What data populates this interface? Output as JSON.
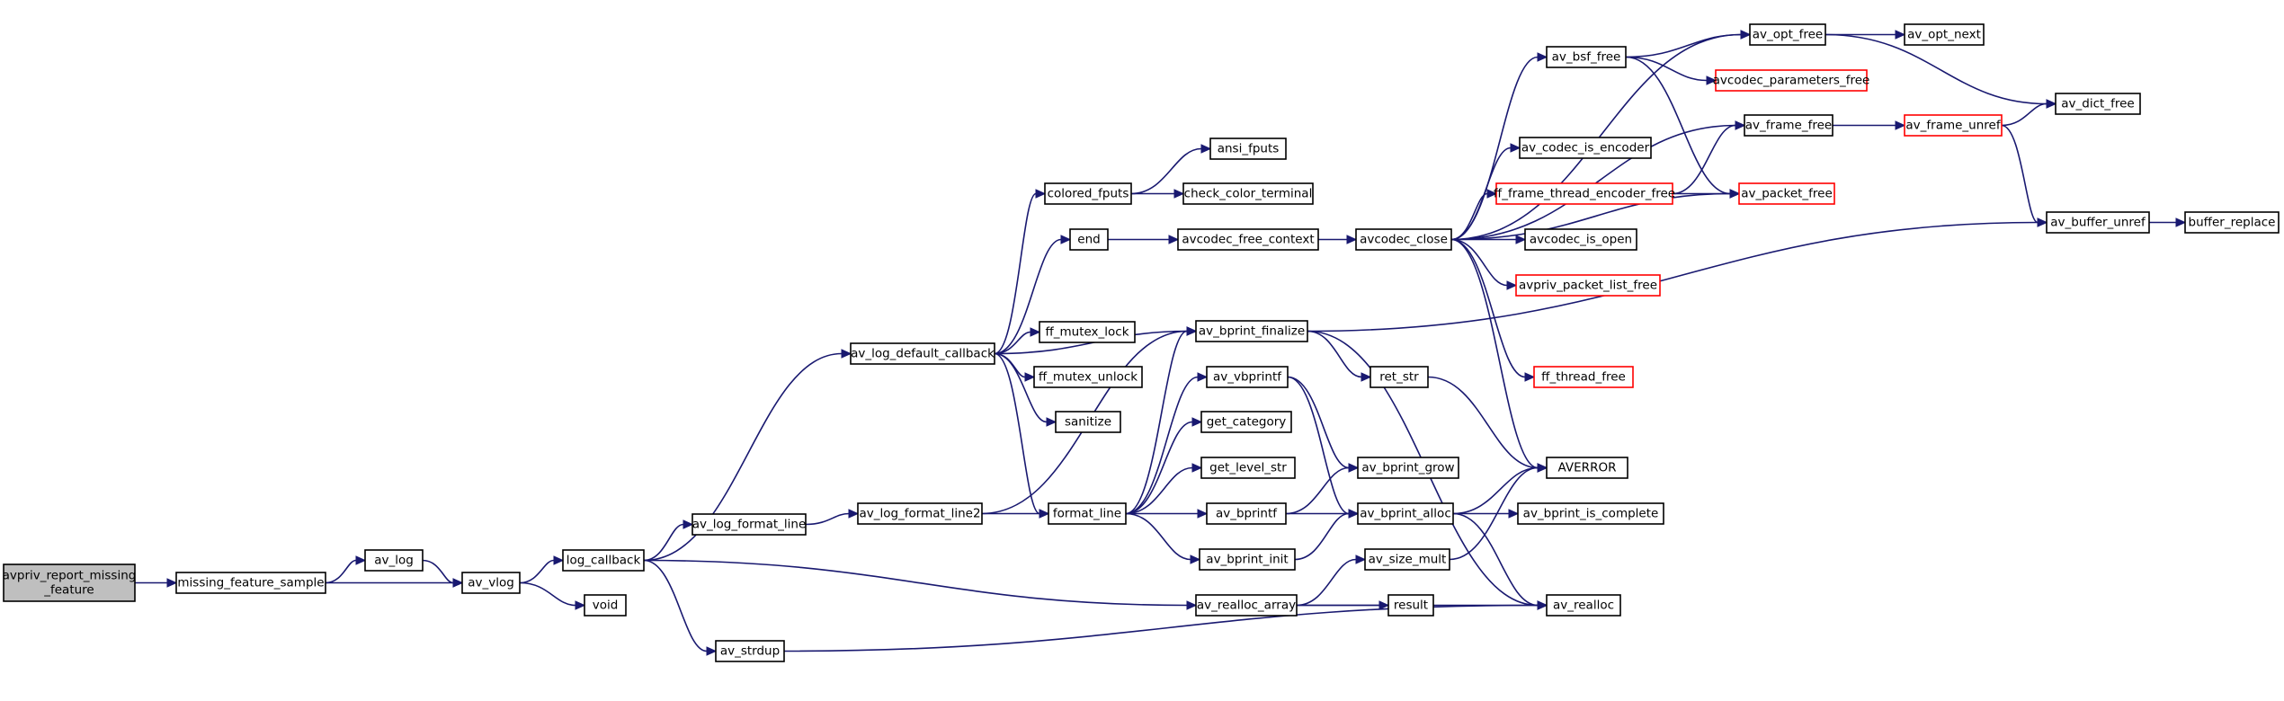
{
  "colors": {
    "edge": "#191970",
    "node_border": "#000000",
    "node_fill": "#ffffff",
    "root_fill": "#bfbfbf",
    "undocumented_border": "#ff0000"
  },
  "nodes": [
    {
      "id": "avpriv_report_missing_feature",
      "lines": [
        "avpriv_report_missing",
        "_feature"
      ],
      "root": true
    },
    {
      "id": "missing_feature_sample",
      "label": "missing_feature_sample"
    },
    {
      "id": "av_log",
      "label": "av_log"
    },
    {
      "id": "av_vlog",
      "label": "av_vlog"
    },
    {
      "id": "log_callback",
      "label": "log_callback"
    },
    {
      "id": "void",
      "label": "void"
    },
    {
      "id": "av_log_format_line",
      "label": "av_log_format_line"
    },
    {
      "id": "av_log_default_callback",
      "label": "av_log_default_callback"
    },
    {
      "id": "av_strdup",
      "label": "av_strdup"
    },
    {
      "id": "av_log_format_line2",
      "label": "av_log_format_line2"
    },
    {
      "id": "format_line",
      "label": "format_line"
    },
    {
      "id": "colored_fputs",
      "label": "colored_fputs"
    },
    {
      "id": "end",
      "label": "end"
    },
    {
      "id": "ff_mutex_lock",
      "label": "ff_mutex_lock"
    },
    {
      "id": "ff_mutex_unlock",
      "label": "ff_mutex_unlock"
    },
    {
      "id": "sanitize",
      "label": "sanitize"
    },
    {
      "id": "ansi_fputs",
      "label": "ansi_fputs"
    },
    {
      "id": "check_color_terminal",
      "label": "check_color_terminal"
    },
    {
      "id": "avcodec_free_context",
      "label": "avcodec_free_context"
    },
    {
      "id": "av_bprint_finalize",
      "label": "av_bprint_finalize"
    },
    {
      "id": "av_vbprintf",
      "label": "av_vbprintf"
    },
    {
      "id": "get_category",
      "label": "get_category"
    },
    {
      "id": "get_level_str",
      "label": "get_level_str"
    },
    {
      "id": "av_bprintf",
      "label": "av_bprintf"
    },
    {
      "id": "av_bprint_init",
      "label": "av_bprint_init"
    },
    {
      "id": "av_realloc_array",
      "label": "av_realloc_array"
    },
    {
      "id": "avcodec_close",
      "label": "avcodec_close"
    },
    {
      "id": "ret_str",
      "label": "ret_str"
    },
    {
      "id": "av_bprint_grow",
      "label": "av_bprint_grow"
    },
    {
      "id": "av_bprint_alloc",
      "label": "av_bprint_alloc"
    },
    {
      "id": "av_size_mult",
      "label": "av_size_mult"
    },
    {
      "id": "result",
      "label": "result"
    },
    {
      "id": "av_bsf_free",
      "label": "av_bsf_free"
    },
    {
      "id": "av_codec_is_encoder",
      "label": "av_codec_is_encoder"
    },
    {
      "id": "ff_frame_thread_encoder_free",
      "label": "ff_frame_thread_encoder_free",
      "undocumented": true
    },
    {
      "id": "avcodec_is_open",
      "label": "avcodec_is_open"
    },
    {
      "id": "avpriv_packet_list_free",
      "label": "avpriv_packet_list_free",
      "undocumented": true
    },
    {
      "id": "ff_thread_free",
      "label": "ff_thread_free",
      "undocumented": true
    },
    {
      "id": "AVERROR",
      "label": "AVERROR"
    },
    {
      "id": "av_bprint_is_complete",
      "label": "av_bprint_is_complete"
    },
    {
      "id": "av_realloc",
      "label": "av_realloc"
    },
    {
      "id": "av_opt_free",
      "label": "av_opt_free"
    },
    {
      "id": "avcodec_parameters_free",
      "label": "avcodec_parameters_free",
      "undocumented": true
    },
    {
      "id": "av_frame_free",
      "label": "av_frame_free"
    },
    {
      "id": "av_packet_free",
      "label": "av_packet_free",
      "undocumented": true
    },
    {
      "id": "av_opt_next",
      "label": "av_opt_next"
    },
    {
      "id": "av_frame_unref",
      "label": "av_frame_unref",
      "undocumented": true
    },
    {
      "id": "av_dict_free",
      "label": "av_dict_free"
    },
    {
      "id": "av_buffer_unref",
      "label": "av_buffer_unref"
    },
    {
      "id": "buffer_replace",
      "label": "buffer_replace"
    }
  ],
  "edges": [
    [
      "avpriv_report_missing_feature",
      "missing_feature_sample"
    ],
    [
      "missing_feature_sample",
      "av_log"
    ],
    [
      "missing_feature_sample",
      "av_vlog"
    ],
    [
      "av_log",
      "av_vlog"
    ],
    [
      "av_vlog",
      "log_callback"
    ],
    [
      "av_vlog",
      "void"
    ],
    [
      "log_callback",
      "av_log_format_line"
    ],
    [
      "log_callback",
      "av_log_default_callback"
    ],
    [
      "log_callback",
      "av_strdup"
    ],
    [
      "log_callback",
      "av_realloc_array"
    ],
    [
      "av_log_format_line",
      "av_log_format_line2"
    ],
    [
      "av_log_format_line2",
      "format_line"
    ],
    [
      "av_log_format_line2",
      "av_bprint_finalize"
    ],
    [
      "av_log_default_callback",
      "colored_fputs"
    ],
    [
      "av_log_default_callback",
      "end"
    ],
    [
      "av_log_default_callback",
      "ff_mutex_lock"
    ],
    [
      "av_log_default_callback",
      "ff_mutex_unlock"
    ],
    [
      "av_log_default_callback",
      "sanitize"
    ],
    [
      "av_log_default_callback",
      "format_line"
    ],
    [
      "av_log_default_callback",
      "av_bprint_finalize"
    ],
    [
      "colored_fputs",
      "ansi_fputs"
    ],
    [
      "colored_fputs",
      "check_color_terminal"
    ],
    [
      "end",
      "avcodec_free_context"
    ],
    [
      "avcodec_free_context",
      "avcodec_close"
    ],
    [
      "format_line",
      "av_vbprintf"
    ],
    [
      "format_line",
      "get_category"
    ],
    [
      "format_line",
      "get_level_str"
    ],
    [
      "format_line",
      "av_bprintf"
    ],
    [
      "format_line",
      "av_bprint_init"
    ],
    [
      "format_line",
      "av_bprint_finalize"
    ],
    [
      "av_bprint_finalize",
      "ret_str"
    ],
    [
      "av_bprint_finalize",
      "av_realloc"
    ],
    [
      "av_bprint_finalize",
      "av_buffer_unref"
    ],
    [
      "ret_str",
      "AVERROR"
    ],
    [
      "av_vbprintf",
      "av_bprint_grow"
    ],
    [
      "av_vbprintf",
      "av_bprint_alloc"
    ],
    [
      "av_bprintf",
      "av_bprint_grow"
    ],
    [
      "av_bprintf",
      "av_bprint_alloc"
    ],
    [
      "av_bprint_init",
      "av_bprint_alloc"
    ],
    [
      "av_bprint_alloc",
      "AVERROR"
    ],
    [
      "av_bprint_alloc",
      "av_bprint_is_complete"
    ],
    [
      "av_bprint_alloc",
      "av_realloc"
    ],
    [
      "av_realloc_array",
      "av_size_mult"
    ],
    [
      "av_realloc_array",
      "result"
    ],
    [
      "av_realloc_array",
      "av_realloc"
    ],
    [
      "av_size_mult",
      "AVERROR"
    ],
    [
      "av_strdup",
      "av_realloc"
    ],
    [
      "avcodec_close",
      "av_bsf_free"
    ],
    [
      "avcodec_close",
      "av_opt_free"
    ],
    [
      "avcodec_close",
      "av_frame_free"
    ],
    [
      "avcodec_close",
      "av_codec_is_encoder"
    ],
    [
      "avcodec_close",
      "ff_frame_thread_encoder_free"
    ],
    [
      "avcodec_close",
      "avcodec_is_open"
    ],
    [
      "avcodec_close",
      "avpriv_packet_list_free"
    ],
    [
      "avcodec_close",
      "ff_thread_free"
    ],
    [
      "avcodec_close",
      "av_packet_free"
    ],
    [
      "avcodec_close",
      "AVERROR"
    ],
    [
      "av_bsf_free",
      "av_opt_free"
    ],
    [
      "av_bsf_free",
      "avcodec_parameters_free"
    ],
    [
      "av_bsf_free",
      "av_packet_free"
    ],
    [
      "ff_frame_thread_encoder_free",
      "av_frame_free"
    ],
    [
      "ff_frame_thread_encoder_free",
      "av_packet_free"
    ],
    [
      "av_opt_free",
      "av_opt_next"
    ],
    [
      "av_opt_free",
      "av_dict_free"
    ],
    [
      "av_frame_free",
      "av_frame_unref"
    ],
    [
      "av_frame_unref",
      "av_dict_free"
    ],
    [
      "av_frame_unref",
      "av_buffer_unref"
    ],
    [
      "av_buffer_unref",
      "buffer_replace"
    ]
  ]
}
